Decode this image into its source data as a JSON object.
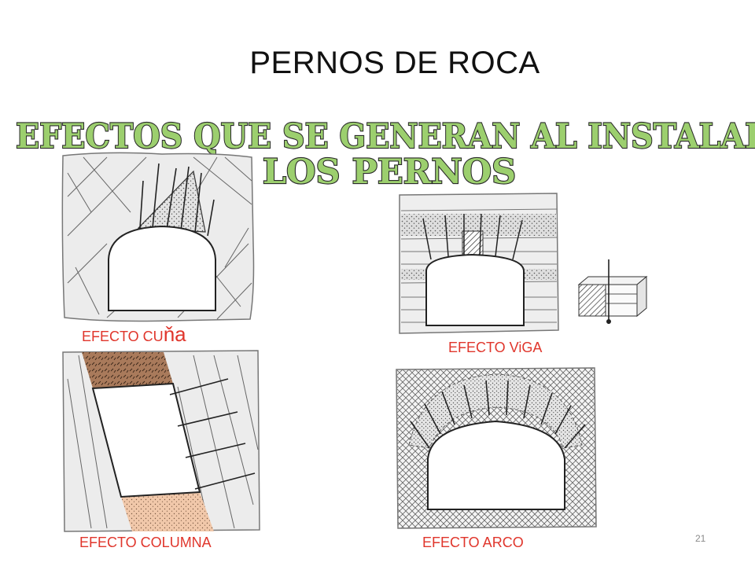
{
  "slide": {
    "title": "PERNOS DE ROCA",
    "page_number": "21"
  },
  "headline": {
    "line1": "EFECTOS QUE SE GENERAN AL INSTALAR",
    "line2": "LOS PERNOS",
    "fill_color": "#9ccf6e",
    "stroke_color": "#2a2a2a"
  },
  "figures": {
    "cuna": {
      "caption_main": "EFECTO CU",
      "caption_tail": "ňa"
    },
    "viga": {
      "caption": "EFECTO ViGA"
    },
    "columna": {
      "caption": "EFECTO COLUMNA"
    },
    "arco": {
      "caption": "EFECTO ARCO"
    }
  },
  "colors": {
    "caption": "#e0362c",
    "rock": "#ececec",
    "column_top_layer": "#a97a5b",
    "column_bottom_layer": "#f1c8aa"
  }
}
